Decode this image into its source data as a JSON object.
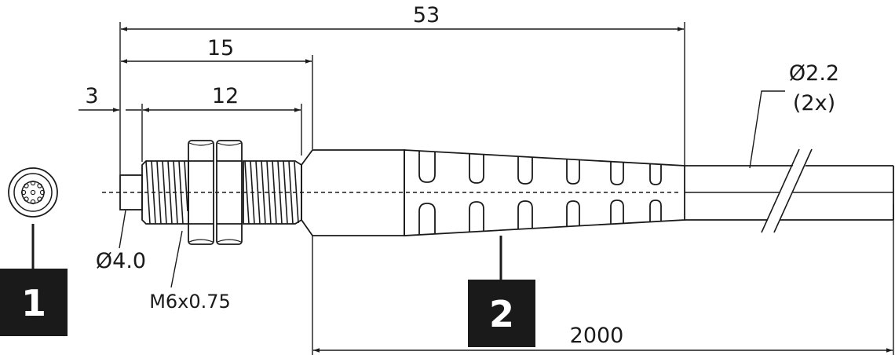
{
  "dimensions": {
    "overall_length": "53",
    "threaded_length": "15",
    "thread_length": "12",
    "tip_length": "3",
    "cable_length": "2000",
    "cable_diameter": "Ø2.2",
    "cable_count": "(2x)",
    "tip_diameter": "Ø4.0",
    "thread_spec": "M6x0.75"
  },
  "callouts": {
    "front_view": "1",
    "boot": "2"
  }
}
